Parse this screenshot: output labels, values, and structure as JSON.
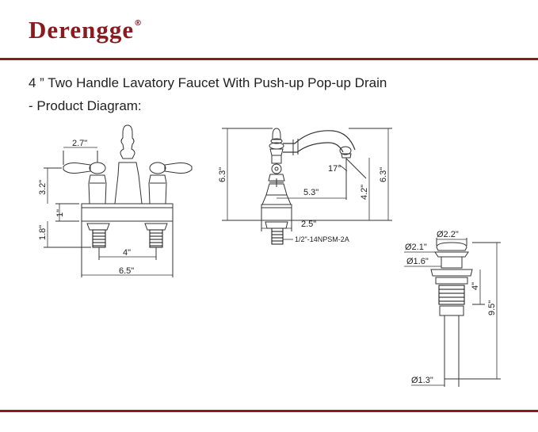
{
  "brand": {
    "name": "Derengge",
    "mark": "®"
  },
  "title": "4 ” Two Handle Lavatory Faucet With Push-up Pop-up Drain",
  "subtitle": "- Product Diagram:",
  "front_view": {
    "handle_span": "2.7\"",
    "height": "3.2\"",
    "base_height": "1\"",
    "shank_length": "1.8\"",
    "center_spread": "4\"",
    "base_width": "6.5\""
  },
  "side_view": {
    "total_height": "6.3\"",
    "total_height_right": "6.3\"",
    "spout_reach": "5.3\"",
    "spout_height": "4.2\"",
    "spout_angle": "17°",
    "base_depth": "2.5\"",
    "thread_spec": "1/2\"-14NPSM-2A"
  },
  "drain": {
    "cap_diameter": "Ø2.2\"",
    "flange_diameter": "Ø2.1\"",
    "body_diameter": "Ø1.6\"",
    "body_height": "4\"",
    "total_length": "9.5\"",
    "tail_diameter": "Ø1.3\""
  },
  "colors": {
    "brand": "#8b1a1f",
    "line": "#333333"
  }
}
